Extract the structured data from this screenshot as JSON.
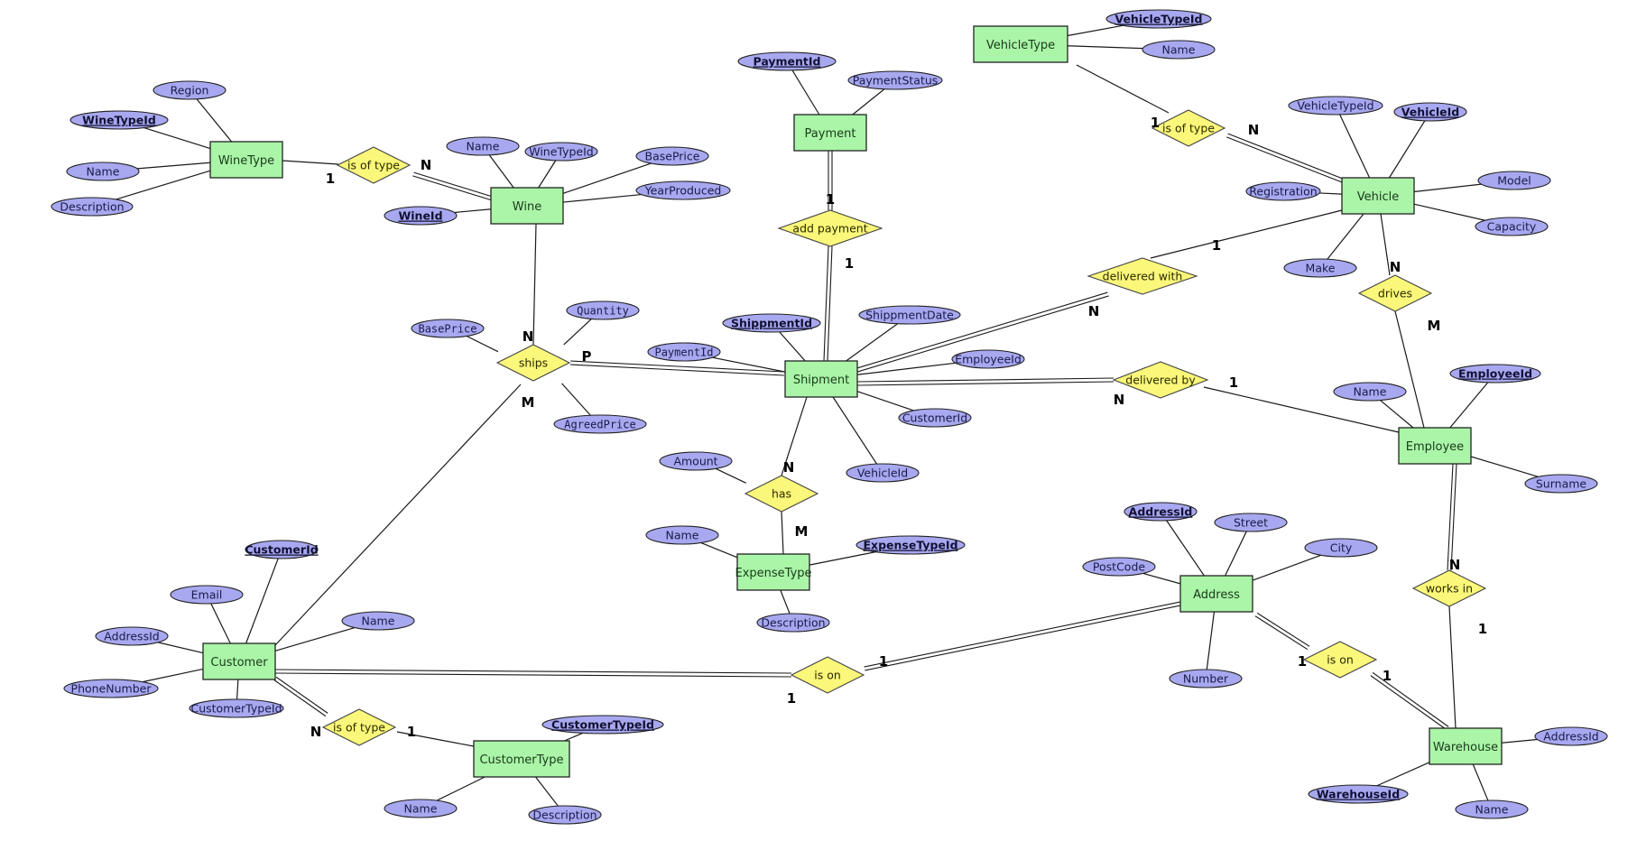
{
  "diagram": {
    "type": "entity-relationship",
    "colors": {
      "entity_fill": "#aaf5a8",
      "attribute_fill": "#a8a8f0",
      "relationship_fill": "#fbf77a",
      "line": "#1a1a1a"
    },
    "entities": [
      {
        "id": "winetype",
        "label": "WineType"
      },
      {
        "id": "wine",
        "label": "Wine"
      },
      {
        "id": "payment",
        "label": "Payment"
      },
      {
        "id": "vehicletype",
        "label": "VehicleType"
      },
      {
        "id": "vehicle",
        "label": "Vehicle"
      },
      {
        "id": "shipment",
        "label": "Shipment"
      },
      {
        "id": "employee",
        "label": "Employee"
      },
      {
        "id": "expensetype",
        "label": "ExpenseType"
      },
      {
        "id": "address",
        "label": "Address"
      },
      {
        "id": "customer",
        "label": "Customer"
      },
      {
        "id": "customertype",
        "label": "CustomerType"
      },
      {
        "id": "warehouse",
        "label": "Warehouse"
      }
    ],
    "attributes": [
      {
        "id": "a1",
        "owner": "winetype",
        "label": "Region",
        "key": false
      },
      {
        "id": "a2",
        "owner": "winetype",
        "label": "WineTypeId",
        "key": true
      },
      {
        "id": "a3",
        "owner": "winetype",
        "label": "Name",
        "key": false
      },
      {
        "id": "a4",
        "owner": "winetype",
        "label": "Description",
        "key": false
      },
      {
        "id": "a5",
        "owner": "wine",
        "label": "Name",
        "key": false
      },
      {
        "id": "a6",
        "owner": "wine",
        "label": "WineTypeId",
        "key": false
      },
      {
        "id": "a7",
        "owner": "wine",
        "label": "BasePrice",
        "key": false
      },
      {
        "id": "a8",
        "owner": "wine",
        "label": "YearProduced",
        "key": false
      },
      {
        "id": "a9",
        "owner": "wine",
        "label": "WineId",
        "key": true
      },
      {
        "id": "a10",
        "owner": "payment",
        "label": "PaymentId",
        "key": true
      },
      {
        "id": "a11",
        "owner": "payment",
        "label": "PaymentStatus",
        "key": false
      },
      {
        "id": "a12",
        "owner": "vehicletype",
        "label": "VehicleTypeId",
        "key": true
      },
      {
        "id": "a13",
        "owner": "vehicletype",
        "label": "Name",
        "key": false
      },
      {
        "id": "a14",
        "owner": "vehicle",
        "label": "VehicleTypeId",
        "key": false
      },
      {
        "id": "a15",
        "owner": "vehicle",
        "label": "VehicleId",
        "key": true
      },
      {
        "id": "a16",
        "owner": "vehicle",
        "label": "Registration",
        "key": false
      },
      {
        "id": "a17",
        "owner": "vehicle",
        "label": "Model",
        "key": false
      },
      {
        "id": "a18",
        "owner": "vehicle",
        "label": "Capacity",
        "key": false
      },
      {
        "id": "a19",
        "owner": "vehicle",
        "label": "Make",
        "key": false
      },
      {
        "id": "a20",
        "owner": "ships",
        "label": "BasePrice",
        "key": false
      },
      {
        "id": "a21",
        "owner": "ships",
        "label": "Quantity",
        "key": false
      },
      {
        "id": "a22",
        "owner": "ships",
        "label": "AgreedPrice",
        "key": false
      },
      {
        "id": "a23",
        "owner": "shipment",
        "label": "ShippmentId",
        "key": true
      },
      {
        "id": "a24",
        "owner": "shipment",
        "label": "ShippmentDate",
        "key": false
      },
      {
        "id": "a25",
        "owner": "shipment",
        "label": "PaymentId",
        "key": false
      },
      {
        "id": "a26",
        "owner": "shipment",
        "label": "EmployeeId",
        "key": false
      },
      {
        "id": "a27",
        "owner": "shipment",
        "label": "CustomerId",
        "key": false
      },
      {
        "id": "a28",
        "owner": "shipment",
        "label": "VehicleId",
        "key": false
      },
      {
        "id": "a29",
        "owner": "has",
        "label": "Amount",
        "key": false
      },
      {
        "id": "a30",
        "owner": "expensetype",
        "label": "Name",
        "key": false
      },
      {
        "id": "a31",
        "owner": "expensetype",
        "label": "ExpenseTypeId",
        "key": true
      },
      {
        "id": "a32",
        "owner": "expensetype",
        "label": "Description",
        "key": false
      },
      {
        "id": "a33",
        "owner": "employee",
        "label": "Name",
        "key": false
      },
      {
        "id": "a34",
        "owner": "employee",
        "label": "EmployeeId",
        "key": true
      },
      {
        "id": "a35",
        "owner": "employee",
        "label": "Surname",
        "key": false
      },
      {
        "id": "a36",
        "owner": "address",
        "label": "AddressId",
        "key": true
      },
      {
        "id": "a37",
        "owner": "address",
        "label": "Street",
        "key": false
      },
      {
        "id": "a38",
        "owner": "address",
        "label": "City",
        "key": false
      },
      {
        "id": "a39",
        "owner": "address",
        "label": "PostCode",
        "key": false
      },
      {
        "id": "a40",
        "owner": "address",
        "label": "Number",
        "key": false
      },
      {
        "id": "a41",
        "owner": "customer",
        "label": "CustomerId",
        "key": true
      },
      {
        "id": "a42",
        "owner": "customer",
        "label": "Email",
        "key": false
      },
      {
        "id": "a43",
        "owner": "customer",
        "label": "Name",
        "key": false
      },
      {
        "id": "a44",
        "owner": "customer",
        "label": "AddressId",
        "key": false
      },
      {
        "id": "a45",
        "owner": "customer",
        "label": "PhoneNumber",
        "key": false
      },
      {
        "id": "a46",
        "owner": "customer",
        "label": "CustomerTypeId",
        "key": false
      },
      {
        "id": "a47",
        "owner": "customertype",
        "label": "CustomerTypeId",
        "key": true
      },
      {
        "id": "a48",
        "owner": "customertype",
        "label": "Name",
        "key": false
      },
      {
        "id": "a49",
        "owner": "customertype",
        "label": "Description",
        "key": false
      },
      {
        "id": "a50",
        "owner": "warehouse",
        "label": "AddressId",
        "key": false
      },
      {
        "id": "a51",
        "owner": "warehouse",
        "label": "WarehouseId",
        "key": true
      },
      {
        "id": "a52",
        "owner": "warehouse",
        "label": "Name",
        "key": false
      }
    ],
    "relationships": [
      {
        "id": "r1",
        "label": "is of type",
        "links": [
          {
            "to": "winetype",
            "card": "1",
            "total": false
          },
          {
            "to": "wine",
            "card": "N",
            "total": true
          }
        ]
      },
      {
        "id": "r2",
        "label": "add payment",
        "links": [
          {
            "to": "payment",
            "card": "1",
            "total": true
          },
          {
            "to": "shipment",
            "card": "1",
            "total": true
          }
        ]
      },
      {
        "id": "r3",
        "label": "is of type",
        "links": [
          {
            "to": "vehicletype",
            "card": "1",
            "total": false
          },
          {
            "to": "vehicle",
            "card": "N",
            "total": true
          }
        ]
      },
      {
        "id": "r4",
        "label": "ships",
        "links": [
          {
            "to": "wine",
            "card": "N",
            "total": false
          },
          {
            "to": "shipment",
            "card": "P",
            "total": true
          },
          {
            "to": "customer",
            "card": "M",
            "total": false
          }
        ]
      },
      {
        "id": "r5",
        "label": "delivered with",
        "links": [
          {
            "to": "vehicle",
            "card": "1",
            "total": false
          },
          {
            "to": "shipment",
            "card": "N",
            "total": true
          }
        ]
      },
      {
        "id": "r6",
        "label": "drives",
        "links": [
          {
            "to": "vehicle",
            "card": "N",
            "total": false
          },
          {
            "to": "employee",
            "card": "M",
            "total": false
          }
        ]
      },
      {
        "id": "r7",
        "label": "delivered by",
        "links": [
          {
            "to": "shipment",
            "card": "N",
            "total": true
          },
          {
            "to": "employee",
            "card": "1",
            "total": false
          }
        ]
      },
      {
        "id": "r8",
        "label": "has",
        "links": [
          {
            "to": "shipment",
            "card": "N",
            "total": false
          },
          {
            "to": "expensetype",
            "card": "M",
            "total": false
          }
        ]
      },
      {
        "id": "r9",
        "label": "works in",
        "links": [
          {
            "to": "employee",
            "card": "N",
            "total": true
          },
          {
            "to": "warehouse",
            "card": "1",
            "total": false
          }
        ]
      },
      {
        "id": "r10",
        "label": "is on",
        "links": [
          {
            "to": "customer",
            "card": "1",
            "total": true
          },
          {
            "to": "address",
            "card": "1",
            "total": true
          }
        ]
      },
      {
        "id": "r11",
        "label": "is on",
        "links": [
          {
            "to": "address",
            "card": "1",
            "total": true
          },
          {
            "to": "warehouse",
            "card": "1",
            "total": true
          }
        ]
      },
      {
        "id": "r12",
        "label": "is of type",
        "links": [
          {
            "to": "customer",
            "card": "N",
            "total": true
          },
          {
            "to": "customertype",
            "card": "1",
            "total": false
          }
        ]
      }
    ]
  }
}
